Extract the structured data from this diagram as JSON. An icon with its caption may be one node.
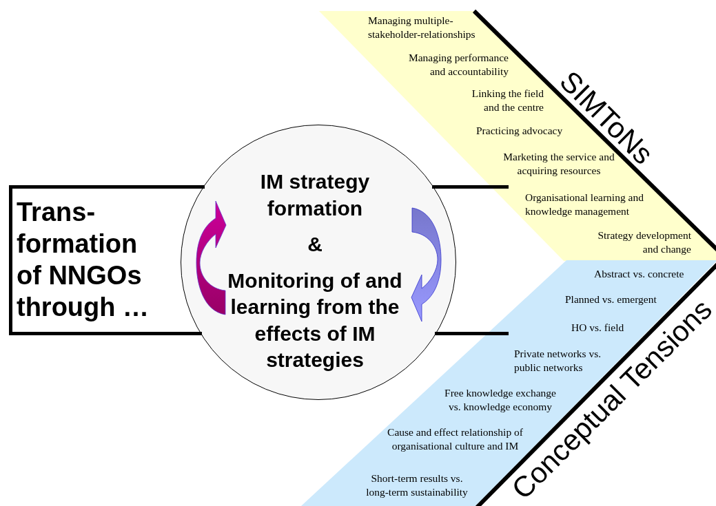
{
  "diagram": {
    "nodes": [
      {
        "text": [
          "Trans- formation of NNGOs through …"
        ]
      },
      {
        "text": [
          "IM strategy formation",
          "&",
          "Monitoring of and learning from the effects of IM strategies"
        ]
      },
      {
        "text": [
          "SIMToNs",
          "Managing multiple- stakeholder-relationships",
          "Managing performance and accountability",
          "Linking the field and the centre",
          "Practicing advocacy",
          "Marketing the service and acquiring resources",
          "Organisational learning and knowledge management",
          "Strategy development and change"
        ]
      },
      {
        "text": [
          "Conceptual Tensions",
          "Abstract vs. concrete",
          "Planned vs. emergent",
          "HO vs. field",
          "Private networks vs. public networks",
          "Free knowledge exchange vs. knowledge economy",
          "Cause and effect relationship of organisational culture and IM",
          "Short-term results vs. long-term sustainability"
        ]
      }
    ]
  }
}
